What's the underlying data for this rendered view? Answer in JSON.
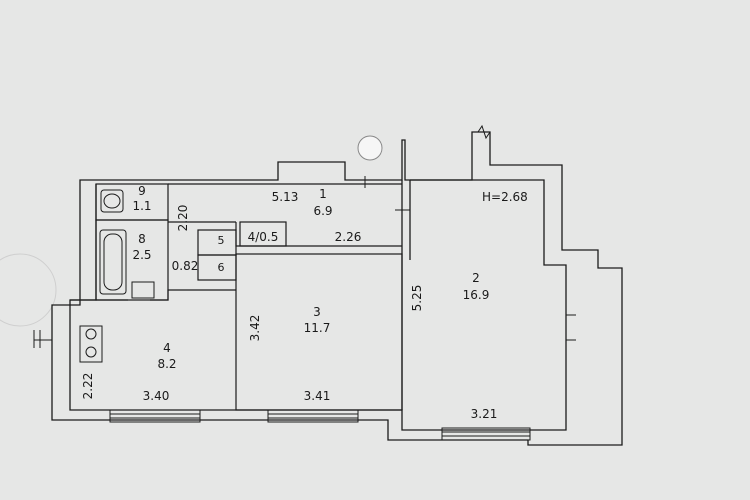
{
  "plan": {
    "ceiling_height": "H=2.68",
    "rooms": [
      {
        "number": "1",
        "area": "6.9"
      },
      {
        "number": "2",
        "area": "16.9"
      },
      {
        "number": "3",
        "area": "11.7"
      },
      {
        "number": "4",
        "area": "8.2"
      },
      {
        "number": "8",
        "area": "2.5"
      },
      {
        "number": "9",
        "area": "1.1"
      },
      {
        "number": "5",
        "area": ""
      },
      {
        "number": "6",
        "area": ""
      }
    ],
    "closet_label": "4/0.5",
    "dimensions": {
      "hall_length": "5.13",
      "hall_inner": "2.26",
      "bath_wall": "2.20",
      "passage": "0.82",
      "room2_height": "5.25",
      "room3_height": "3.42",
      "kitchen_height": "2.22",
      "kitchen_width": "3.40",
      "room3_width": "3.41",
      "room2_width": "3.21"
    },
    "colors": {
      "paper": "#e6e7e6",
      "line": "#1c1c1c",
      "wall_fill": "#dcdcdc"
    }
  }
}
